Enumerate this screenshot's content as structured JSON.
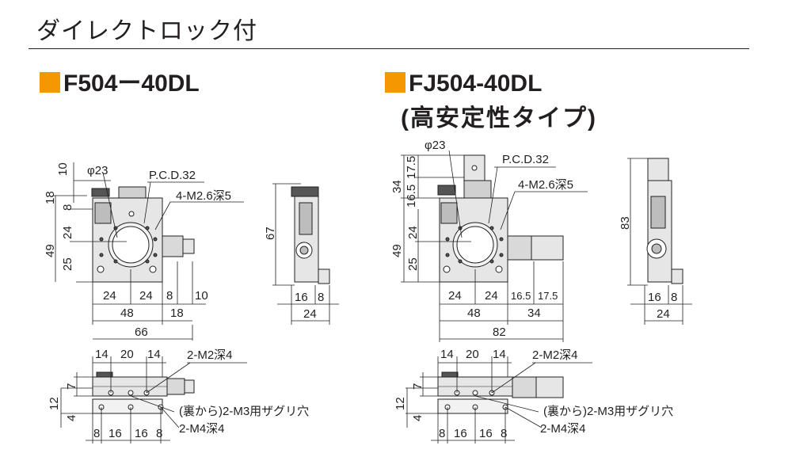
{
  "page_title": "ダイレクトロック付",
  "colors": {
    "accent_square": "#f39800",
    "line": "#231f20",
    "body_fill": "#e6e6e6",
    "body_dark": "#bdbdbd"
  },
  "models": [
    {
      "name": "F504ー40DL",
      "subtitle": "",
      "dims": {
        "phi": "φ23",
        "pcd": "P.C.D.32",
        "tap": "4-M2.6深5",
        "v10": "10",
        "v18": "18",
        "v8": "8",
        "v24": "24",
        "v49": "49",
        "v25": "25",
        "h24a": "24",
        "h24b": "24",
        "h8": "8",
        "h10": "10",
        "h48": "48",
        "h18": "18",
        "h66": "66",
        "side67": "67",
        "side16": "16",
        "side8": "8",
        "side24": "24",
        "b14a": "14",
        "b20": "20",
        "b14b": "14",
        "b7": "7",
        "b12": "12",
        "b4": "4",
        "b8a": "8",
        "b16a": "16",
        "b16b": "16",
        "b8b": "8",
        "m2": "2-M2深4",
        "counterbore": "(裏から)2-M3用ザグリ穴",
        "m4": "2-M4深4"
      }
    },
    {
      "name": "FJ504-40DL",
      "subtitle": "(高安定性タイプ)",
      "dims": {
        "phi": "φ23",
        "pcd": "P.C.D.32",
        "tap": "4-M2.6深5",
        "v34": "34",
        "v175": "17.5",
        "v165": "16.5",
        "v24": "24",
        "v49": "49",
        "v25": "25",
        "h24a": "24",
        "h24b": "24",
        "h165": "16.5",
        "h175": "17.5",
        "h48": "48",
        "h34": "34",
        "h82": "82",
        "side83": "83",
        "side16": "16",
        "side8": "8",
        "side24": "24",
        "b14a": "14",
        "b20": "20",
        "b14b": "14",
        "b7": "7",
        "b12": "12",
        "b4": "4",
        "b8a": "8",
        "b16a": "16",
        "b16b": "16",
        "b8b": "8",
        "m2": "2-M2深4",
        "counterbore": "(裏から)2-M3用ザグリ穴",
        "m4": "2-M4深4"
      }
    }
  ]
}
